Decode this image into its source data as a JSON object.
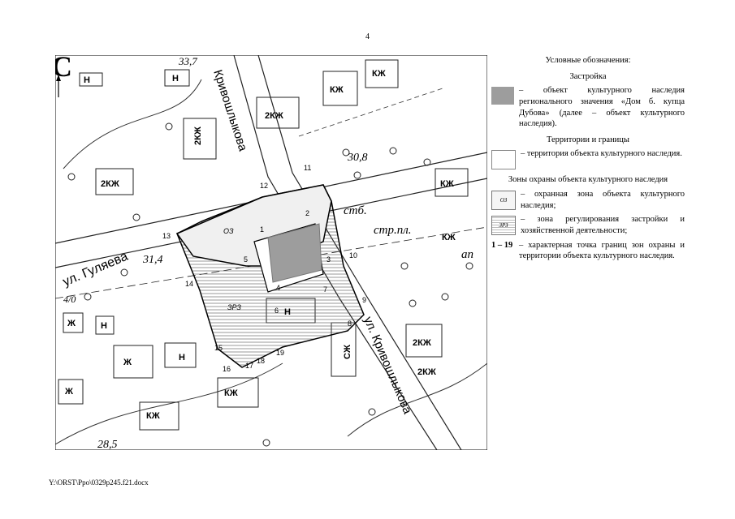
{
  "page_number": "4",
  "footer_path": "Y:\\ORST\\Ppo\\0329p245.f21.docx",
  "map": {
    "north_letter": "С",
    "streets": {
      "gulyaeva": "ул. Гуляева",
      "krivoshlykova_top": "Кривошлыкова",
      "krivoshlykova_bottom": "ул. Кривошлыкова"
    },
    "zone_labels": {
      "oz": "ОЗ",
      "zrz": "ЗРЗ"
    },
    "elevations": [
      "30,8",
      "31,4",
      "28,5",
      "33,7"
    ],
    "text_labels": {
      "stb": "стб.",
      "strpl": "стр.пл.",
      "ap": "ап"
    },
    "building_labels": [
      "Н",
      "Н",
      "2КЖ",
      "КЖ",
      "2КЖ",
      "КЖ",
      "2КЖ",
      "КЖ",
      "2КЖ",
      "КЖ",
      "Н",
      "Ж",
      "Н",
      "Ж",
      "СЖ",
      "КЖ",
      "КЖ",
      "Ж",
      "2КЖ",
      "Н"
    ],
    "points": [
      "1",
      "2",
      "3",
      "4",
      "5",
      "6",
      "7",
      "8",
      "9",
      "10",
      "11",
      "12",
      "13",
      "14",
      "15",
      "16",
      "17",
      "18",
      "19"
    ],
    "lot_numbers": [
      "4/0"
    ],
    "colors": {
      "object": "#9d9d9d",
      "lines": "#222222"
    }
  },
  "legend": {
    "title": "Условные обозначения:",
    "buildings_title": "Застройка",
    "object_desc": "– объект культурного наследия регионального значения «Дом б. купца Дубова» (далее – объект культурного наследия).",
    "territories_title": "Территории и границы",
    "territory_desc": "– территория объекта культурного наследия.",
    "zones_title": "Зоны охраны объекта культурного наследия",
    "oz_swatch": "ОЗ",
    "oz_desc": "– охранная зона объекта культурного наследия;",
    "zrz_swatch": "ЗРЗ",
    "zrz_desc": "– зона регулирования застройки и хозяйственной деятельности;",
    "points_range": "1 – 19",
    "points_desc": "– характерная точка границ зон охраны и территории объекта культурного наследия."
  }
}
